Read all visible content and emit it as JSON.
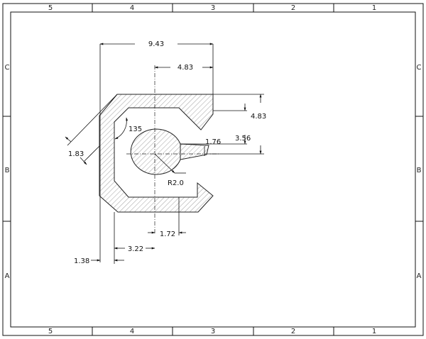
{
  "frame": {
    "top_zones": [
      "5",
      "4",
      "3",
      "2",
      "1"
    ],
    "bottom_zones": [
      "5",
      "4",
      "3",
      "2",
      "1"
    ],
    "left_zones": [
      "C",
      "B",
      "A"
    ],
    "right_zones": [
      "C",
      "B",
      "A"
    ]
  },
  "dimensions": {
    "overall_width": "9.43",
    "opening_offset": "4.83",
    "right_height": "4.83",
    "slot_height": "3.56",
    "slot_width": "1.76",
    "wall_thickness": "1.83",
    "angle": "135",
    "radius": "R2.0",
    "center_offset": "1.72",
    "left_offset": "3.22",
    "edge_offset": "1.38"
  }
}
